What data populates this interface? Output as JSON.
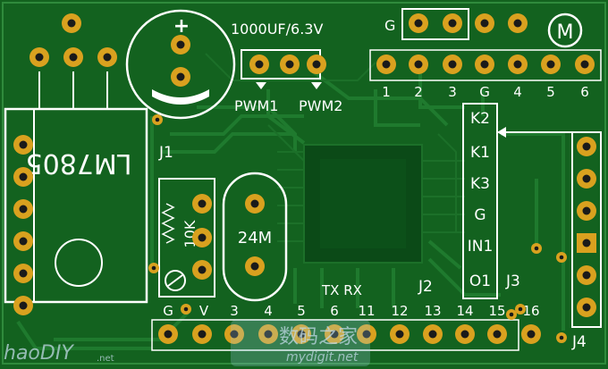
{
  "board": {
    "capacitor_label": "1000UF/6.3V",
    "capacitor_polarity": "+",
    "regulator_label": "LM7805",
    "header_top_g": "G",
    "header_top_pins": [
      "1",
      "2",
      "3",
      "G",
      "4",
      "5",
      "6"
    ],
    "motor_symbol": "M",
    "pwm1": "PWM1",
    "pwm2": "PWM2",
    "j1": "J1",
    "pot_label": "10K",
    "crystal_label": "24M",
    "right_labels": [
      "K2",
      "K1",
      "K3",
      "G",
      "IN1",
      "O1"
    ],
    "j2": "J2",
    "j3": "J3",
    "j4": "J4",
    "txrx": "TX RX",
    "bottom_pins": [
      "G",
      "V",
      "3",
      "4",
      "5",
      "6",
      "11",
      "12",
      "13",
      "14",
      "15",
      "16"
    ]
  },
  "watermark": {
    "left": "haoDIY",
    "left_suffix": ".net",
    "center_cn": "数码之家",
    "center_url": "mydigit.net"
  }
}
